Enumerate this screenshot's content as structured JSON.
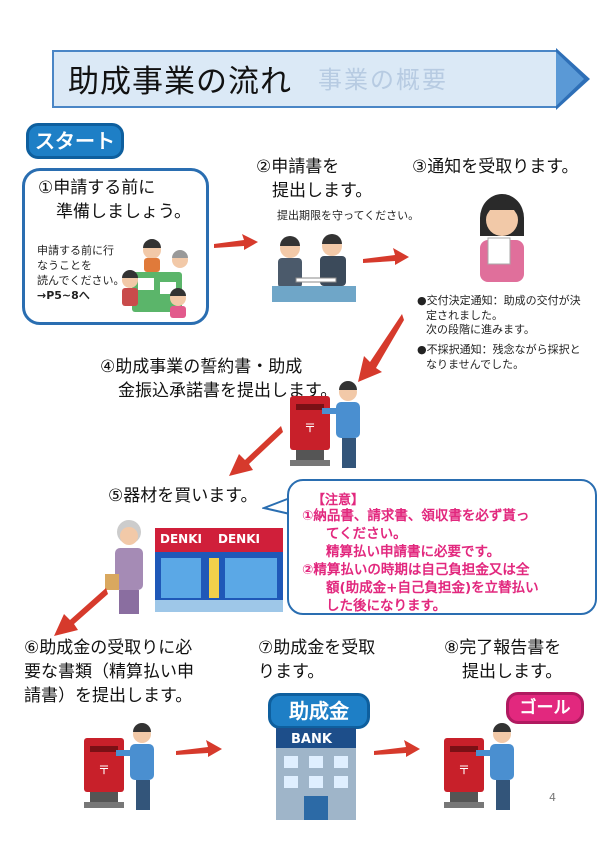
{
  "header": {
    "title": "助成事業の流れ",
    "ghost_text": "事業の概要"
  },
  "badges": {
    "start": "スタート",
    "goal": "ゴール"
  },
  "steps": {
    "s1": {
      "title_l1": "①申請する前に",
      "title_l2": "準備しましょう。",
      "note_l1": "申請する前に行",
      "note_l2": "なうことを",
      "note_l3": "読んでください。",
      "note_l4": "→P5~8へ"
    },
    "s2": {
      "title_l1": "②申請書を",
      "title_l2": "提出します。",
      "note": "提出期限を守ってください。"
    },
    "s3": {
      "title": "③通知を受取ります。",
      "n1_l1": "●交付決定通知：助成の交付が決",
      "n1_l2": "定されました。",
      "n1_l3": "次の段階に進みます。",
      "n2_l1": "●不採択通知：残念ながら採択と",
      "n2_l2": "なりませんでした。"
    },
    "s4": {
      "title_l1": "④助成事業の誓約書・助成",
      "title_l2": "金振込承諾書を提出します。"
    },
    "s5": {
      "title": "⑤器材を買います。"
    },
    "s6": {
      "title_l1": "⑥助成金の受取りに必",
      "title_l2": "要な書類（精算払い申",
      "title_l3": "請書）を提出します。"
    },
    "s7": {
      "title_l1": "⑦助成金を受取",
      "title_l2": "ります。"
    },
    "s8": {
      "title_l1": "⑧完了報告書を",
      "title_l2": "提出します。"
    }
  },
  "caution": {
    "title": "【注意】",
    "l1": "①納品書、請求書、領収書を必ず貰っ",
    "l2": "てください。",
    "l3": "精算払い申請書に必要です。",
    "l4": "②精算払いの時期は自己負担金又は全",
    "l5": "額(助成金+自己負担金)を立替払い",
    "l6": "した後になります。"
  },
  "store_sign": "DENKI",
  "subsidy_label": "助成金",
  "bank_label": "BANK",
  "page_number": "4",
  "colors": {
    "accent_blue": "#1e7fc6",
    "pink": "#e2287e",
    "arrow_red": "#d63a2c",
    "header_bg": "#dbe9f6"
  }
}
